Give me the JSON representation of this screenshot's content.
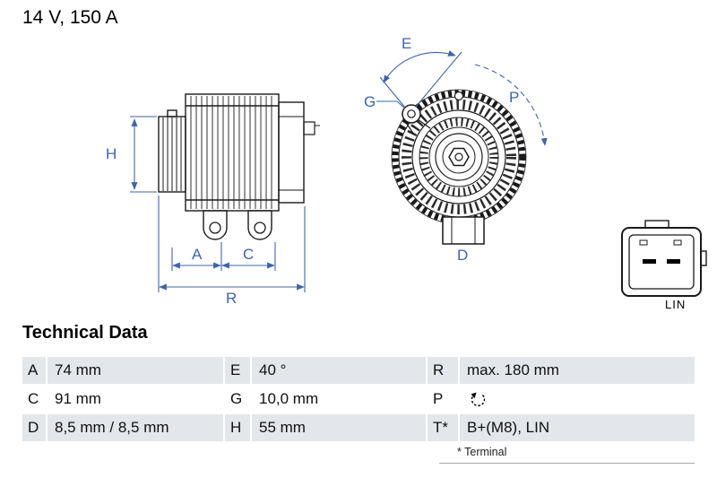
{
  "title": "14 V, 150 A",
  "colors": {
    "dimension_blue": "#3f63ac",
    "row_shade": "#e3e6ea",
    "drawing_black": "#1a1a1a"
  },
  "diagram": {
    "side_view": {
      "label_h": "H",
      "label_a": "A",
      "label_c": "C",
      "label_r": "R"
    },
    "front_view": {
      "label_e": "E",
      "label_g": "G",
      "label_p": "P",
      "label_d": "D"
    },
    "connector": {
      "label": "LIN"
    }
  },
  "technical_data": {
    "heading": "Technical Data",
    "rows": [
      {
        "c1k": "A",
        "c1v": "74 mm",
        "c2k": "E",
        "c2v": "40 °",
        "c3k": "R",
        "c3v": "max. 180 mm"
      },
      {
        "c1k": "C",
        "c1v": "91 mm",
        "c2k": "G",
        "c2v": "10,0 mm",
        "c3k": "P",
        "c3v": "",
        "c3_icon": "rotation-direction-icon"
      },
      {
        "c1k": "D",
        "c1v": "8,5 mm / 8,5 mm",
        "c2k": "H",
        "c2v": "55 mm",
        "c3k": "T*",
        "c3v": "B+(M8), LIN"
      }
    ],
    "footnote": "* Terminal"
  }
}
